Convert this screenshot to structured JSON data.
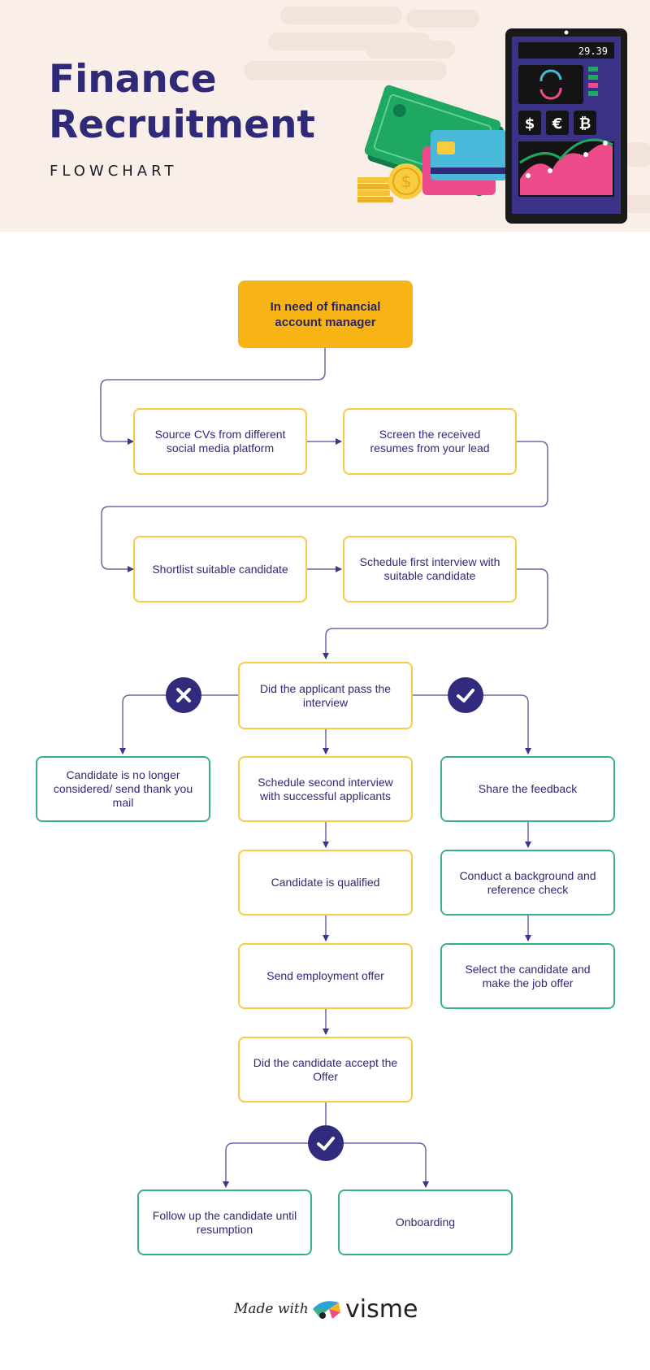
{
  "header": {
    "title_line1": "Finance",
    "title_line2": "Recruitment",
    "subtitle": "FLOWCHART",
    "phone_display": "29.39",
    "currency_symbols": [
      "$",
      "€",
      "₿"
    ]
  },
  "flow": {
    "start": "In need of financial account manager",
    "source_cvs": "Source CVs from different social media platform",
    "screen_resumes": "Screen the received resumes from your lead",
    "shortlist": "Shortlist suitable candidate",
    "schedule_first": "Schedule first interview with suitable candidate",
    "decision_interview": "Did the applicant pass the interview",
    "rejected": "Candidate is no longer considered/ send thank you mail",
    "schedule_second": "Schedule second interview with successful applicants",
    "qualified": "Candidate is qualified",
    "send_offer": "Send employment offer",
    "decision_accept": "Did the candidate accept the Offer",
    "share_feedback": "Share the feedback",
    "background_check": "Conduct a background and reference check",
    "select_candidate": "Select the candidate and make the job offer",
    "follow_up": "Follow up the candidate until resumption",
    "onboarding": "Onboarding"
  },
  "colors": {
    "primary": "#2f2a78",
    "start_fill": "#f8b414",
    "yellow_border": "#f5cc48",
    "green_border": "#3bb08f",
    "connector": "#6b67a8",
    "header_bg": "#f9efe8"
  },
  "footer": {
    "made_with": "Made with",
    "brand": "visme"
  }
}
